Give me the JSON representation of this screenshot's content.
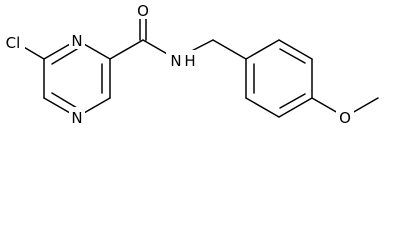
{
  "molecule": {
    "atoms": {
      "cl": "Cl",
      "n_ring_top": "N",
      "n_ring_bottom": "N",
      "o_carbonyl": "O",
      "n_amide": "N",
      "h_amide": "H",
      "o_methoxy": "O"
    }
  }
}
